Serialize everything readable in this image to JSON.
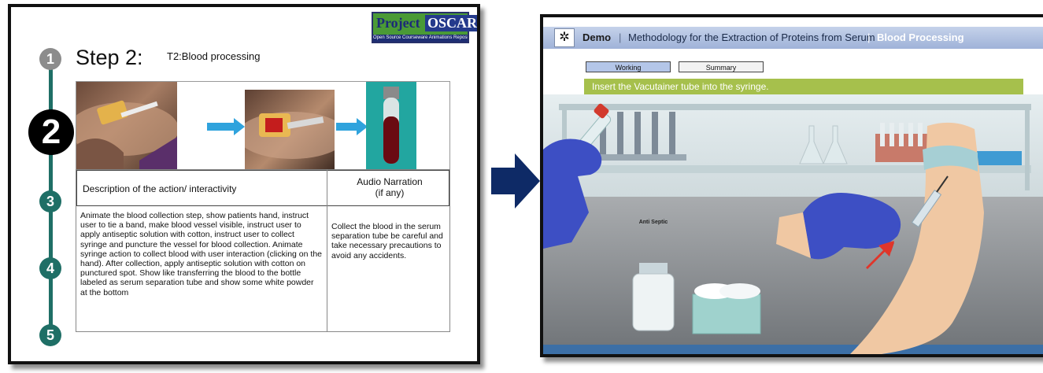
{
  "slide": {
    "logo": {
      "word1": "Project",
      "word2": "OSCAR",
      "tagline": "Open Source Courseware Animations Repository"
    },
    "step_numbers": [
      "1",
      "2",
      "3",
      "4",
      "5"
    ],
    "title": "Step 2:",
    "subtitle": "T2:Blood processing",
    "table": {
      "col1_header": "Description of the action/ interactivity",
      "col2_header": "Audio Narration\n(if any)",
      "description": "Animate the blood collection step, show patients hand, instruct user to tie a band, make blood vessel visible, instruct user to apply antiseptic solution with cotton, instruct user to collect syringe and puncture the vessel for blood collection. Animate syringe action to collect blood with user interaction (clicking on the hand). After collection, apply antiseptic solution with cotton on punctured spot. Show like transferring the blood to the bottle labeled as serum separation tube and show some white powder at the bottom",
      "narration": "Collect the blood in the serum separation tube be careful and take necessary precautions to avoid any accidents."
    }
  },
  "demo": {
    "header": {
      "label": "Demo",
      "separator": "|",
      "course": "Methodology for the Extraction of Proteins from Serum",
      "section": "Blood Processing"
    },
    "tabs": {
      "working": "Working",
      "summary": "Summary"
    },
    "instruction": "Insert the Vacutainer tube into the syringe.",
    "bottle_label": "Anti Septic"
  },
  "colors": {
    "timeline": "#1f6f66",
    "instruction_bar": "#a6c04c",
    "header": "#9fb2d8",
    "arrow": "#0e2a66",
    "glove": "#3d4fc4"
  },
  "icons": [
    "cursor-click-icon",
    "arrow-right-icon"
  ]
}
